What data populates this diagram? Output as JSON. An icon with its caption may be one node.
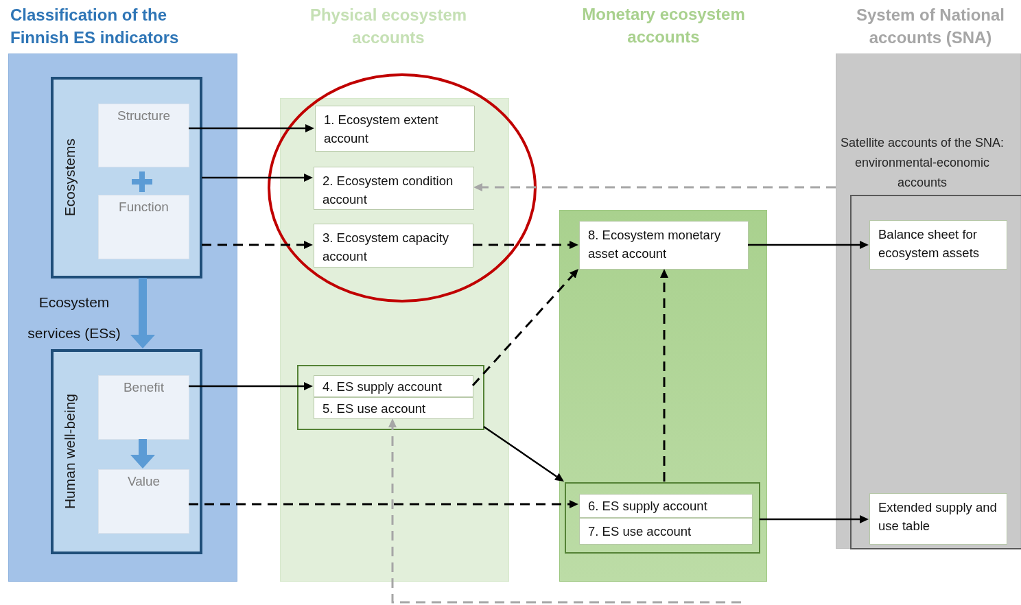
{
  "diagram": {
    "nodes": [
      {
        "text": [
          "Classification of the Finnish ES indicators"
        ]
      },
      {
        "text": [
          "Ecosystems"
        ],
        "in": 0
      },
      {
        "text": [
          "Structure"
        ],
        "in": 1
      },
      {
        "text": [
          "Function"
        ],
        "in": 1
      },
      {
        "text": [
          "Human well-being"
        ],
        "in": 0
      },
      {
        "text": [
          "Benefit"
        ],
        "in": 4
      },
      {
        "text": [
          "Value"
        ],
        "in": 4
      },
      {
        "text": [
          "Physical ecosystem accounts"
        ]
      },
      {
        "text": [
          "1. Ecosystem extent account"
        ],
        "in": 7
      },
      {
        "text": [
          "2. Ecosystem condition account"
        ],
        "in": 7
      },
      {
        "text": [
          "3. Ecosystem capacity account"
        ],
        "in": 7
      },
      {
        "text": [],
        "shape": "box",
        "in": 7
      },
      {
        "text": [
          "4. ES supply account"
        ],
        "in": 11
      },
      {
        "text": [
          "5. ES use account"
        ],
        "in": 11
      },
      {
        "text": [],
        "shape": "box"
      },
      {
        "text": [
          "8. Ecosystem monetary asset account"
        ],
        "in": 14
      },
      {
        "text": [],
        "shape": "box",
        "in": 14
      },
      {
        "text": [
          "6. ES supply account"
        ],
        "in": 16
      },
      {
        "text": [
          "7. ES use account"
        ],
        "in": 16
      },
      {
        "text": [
          "System of National accounts (SNA)"
        ]
      },
      {
        "text": [
          "Satellite accounts of the SNA: environmental-economic accounts"
        ],
        "in": 19
      },
      {
        "text": [
          "Balance sheet for ecosystem assets"
        ],
        "in": 20
      },
      {
        "text": [
          "Extended supply and use table"
        ],
        "in": 20
      }
    ],
    "edges": [
      {
        "from": 2,
        "to": 8,
        "arrow": "to"
      },
      {
        "from": 1,
        "to": 9,
        "arrow": "to"
      },
      {
        "from": 1,
        "to": 10,
        "arrow": "to",
        "style": "dashed"
      },
      {
        "from": 10,
        "to": 15,
        "arrow": "to",
        "style": "dashed"
      },
      {
        "from": 5,
        "to": 12,
        "arrow": "to"
      },
      {
        "from": 12,
        "to": 15,
        "arrow": "to",
        "style": "dashed"
      },
      {
        "from": 11,
        "to": 16,
        "arrow": "to"
      },
      {
        "from": 6,
        "to": 17,
        "arrow": "to",
        "style": "dashed"
      },
      {
        "from": 16,
        "to": 15,
        "arrow": "to",
        "style": "dashed"
      },
      {
        "from": 15,
        "to": 21,
        "arrow": "to"
      },
      {
        "from": 16,
        "to": 22,
        "arrow": "to"
      },
      {
        "from": 19,
        "to": 9,
        "arrow": "to",
        "style": "dashed",
        "color": "#a6a6a6"
      },
      {
        "from": null,
        "to": 13,
        "arrow": "to",
        "style": "dashed",
        "color": "#a6a6a6"
      },
      {
        "from": 1,
        "to": 4,
        "arrow": "to",
        "label": "Ecosystem services (ESs)",
        "style": "thick",
        "color": "#5b9bd5"
      },
      {
        "from": 5,
        "to": 6,
        "arrow": "to",
        "style": "thick",
        "color": "#5b9bd5"
      }
    ],
    "labels": [
      "Monetary ecosystem accounts"
    ]
  }
}
